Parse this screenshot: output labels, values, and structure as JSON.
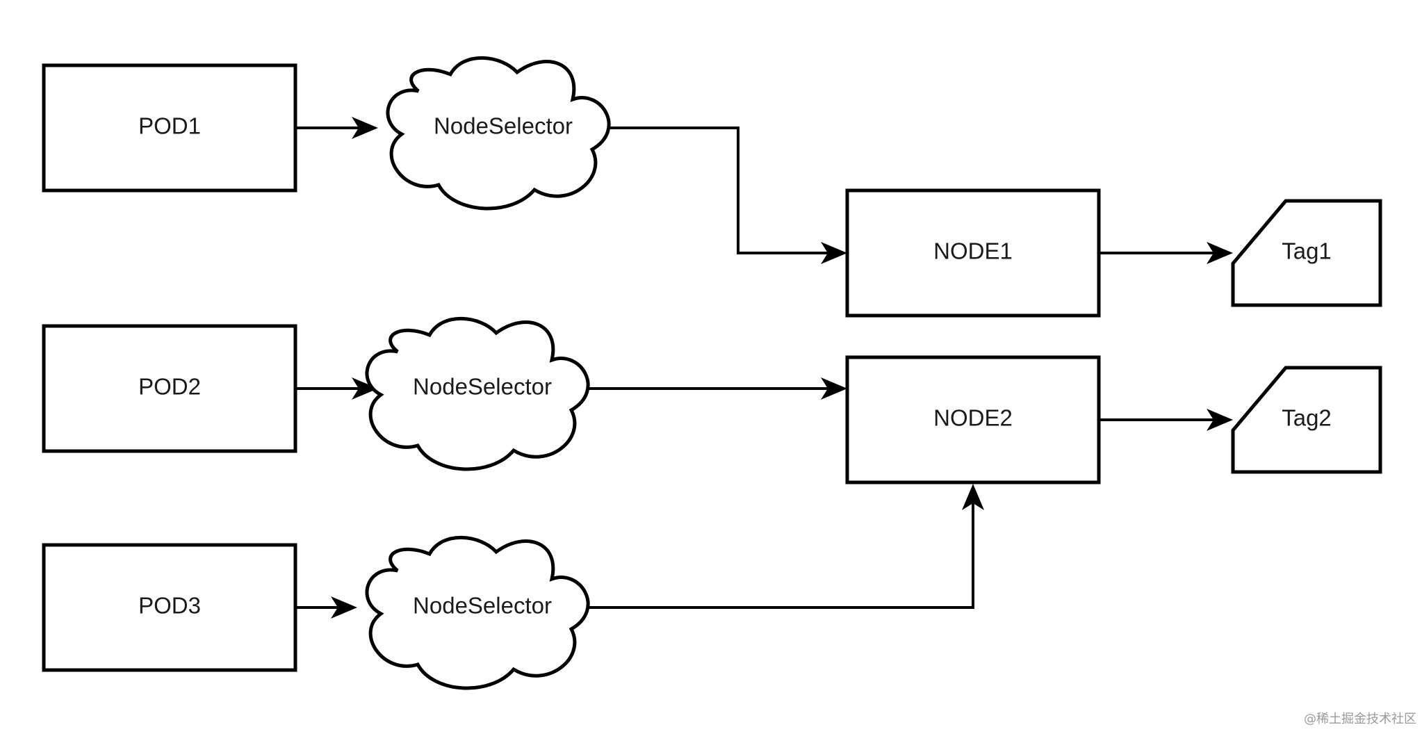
{
  "diagram": {
    "pods": {
      "pod1": "POD1",
      "pod2": "POD2",
      "pod3": "POD3"
    },
    "selectors": {
      "selector1": "NodeSelector",
      "selector2": "NodeSelector",
      "selector3": "NodeSelector"
    },
    "nodes": {
      "node1": "NODE1",
      "node2": "NODE2"
    },
    "tags": {
      "tag1": "Tag1",
      "tag2": "Tag2"
    },
    "edges": [
      {
        "from": "POD1",
        "to": "NodeSelector 1"
      },
      {
        "from": "NodeSelector 1",
        "to": "NODE1"
      },
      {
        "from": "NODE1",
        "to": "Tag1"
      },
      {
        "from": "POD2",
        "to": "NodeSelector 2"
      },
      {
        "from": "NodeSelector 2",
        "to": "NODE2"
      },
      {
        "from": "NODE2",
        "to": "Tag2"
      },
      {
        "from": "POD3",
        "to": "NodeSelector 3"
      },
      {
        "from": "NodeSelector 3",
        "to": "NODE2"
      }
    ]
  },
  "watermark": "@稀土掘金技术社区"
}
